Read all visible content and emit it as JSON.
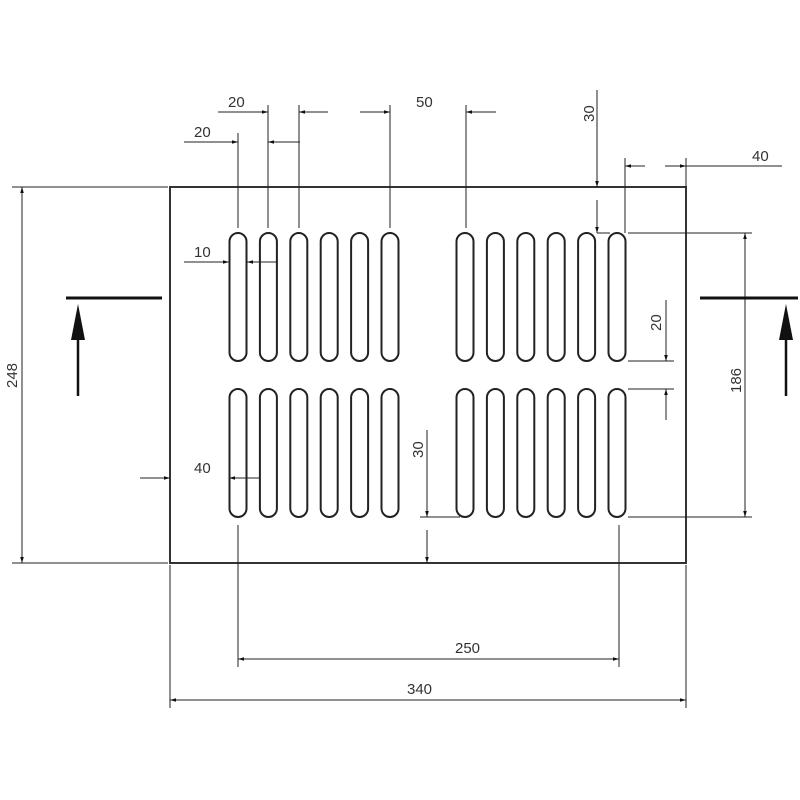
{
  "drawing": {
    "dimensions": {
      "slot_pitch_top": "20",
      "slot_pitch_second": "20",
      "group_gap": "50",
      "top_margin": "30",
      "right_margin": "40",
      "slot_width": "10",
      "slot_field_height": "186",
      "row_gap": "20",
      "plate_height": "248",
      "left_margin": "40",
      "bottom_margin": "30",
      "slot_field_width": "250",
      "plate_width": "340"
    },
    "slots": {
      "rows": 2,
      "groups": 2,
      "per_group": 6
    },
    "colors": {
      "line": "#222222",
      "background": "#ffffff"
    }
  }
}
